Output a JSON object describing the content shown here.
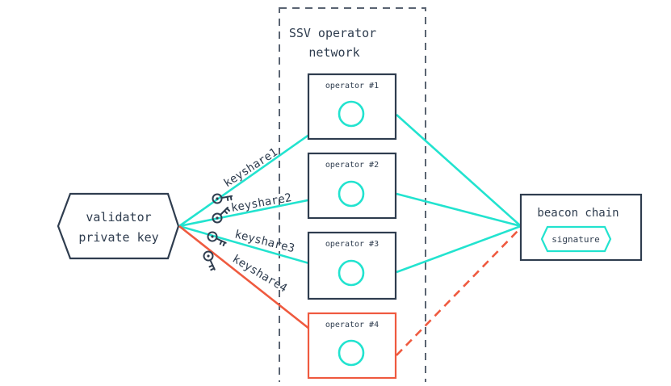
{
  "network": {
    "label_line1": "SSV operator",
    "label_line2": "network"
  },
  "validator": {
    "label_line1": "validator",
    "label_line2": "private key"
  },
  "operators": [
    {
      "label": "operator #1",
      "status": "honest"
    },
    {
      "label": "operator #2",
      "status": "honest"
    },
    {
      "label": "operator #3",
      "status": "honest"
    },
    {
      "label": "operator #4",
      "status": "faulty"
    }
  ],
  "keyshares": [
    "keyshare1",
    "keyshare2",
    "keyshare3",
    "keyshare4"
  ],
  "beacon": {
    "title": "beacon chain",
    "signature_label": "signature"
  },
  "icons": {
    "key": "key-icon"
  },
  "colors": {
    "stroke": "#2f3d4f",
    "honest": "#22e3cf",
    "faulty": "#ef5a3f",
    "text": "#2f3d4f"
  }
}
